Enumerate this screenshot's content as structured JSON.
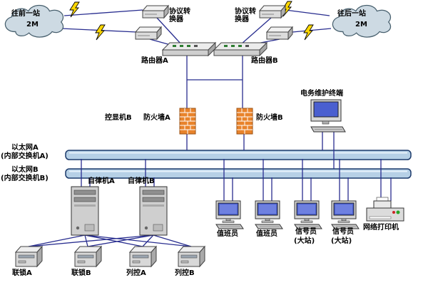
{
  "colors": {
    "line": "#282d8f",
    "bus_fill": "#b6d0e6",
    "bus_stroke": "#1c3a6b",
    "firewall": "#e8832b",
    "bolt": "#ffd800",
    "screen": "#4a5fd0",
    "cloud_fill": "#cddae3"
  },
  "nodes": {
    "cloud_left": {
      "l1": "往前一站",
      "l2": "2M"
    },
    "cloud_right": {
      "l1": "往后一站",
      "l2": "2M"
    },
    "conv_left": {
      "l1": "协议转",
      "l2": "换器"
    },
    "conv_right": {
      "l1": "协议转",
      "l2": "换器"
    },
    "router_a": "路由器A",
    "router_b": "路由器B",
    "display_ctrl_b": "控显机B",
    "firewall_a": "防火墙A",
    "firewall_b": "防火墙B",
    "maintenance_terminal": "电务维护终端",
    "ethernet_a": {
      "l1": "以太网A",
      "l2": "(内部交换机A)"
    },
    "ethernet_b": {
      "l1": "以太网B",
      "l2": "(内部交换机B)"
    },
    "autonomy_a": "自律机A",
    "autonomy_b": "自律机B",
    "duty_officer_1": "值班员",
    "duty_officer_2": "值班员",
    "signal_officer_1": {
      "l1": "信号员",
      "l2": "(大站)"
    },
    "signal_officer_2": {
      "l1": "信号员",
      "l2": "(大站)"
    },
    "network_printer": "网络打印机",
    "interlock_a": "联锁A",
    "interlock_b": "联锁B",
    "train_ctrl_a": "列控A",
    "train_ctrl_b": "列控B"
  }
}
